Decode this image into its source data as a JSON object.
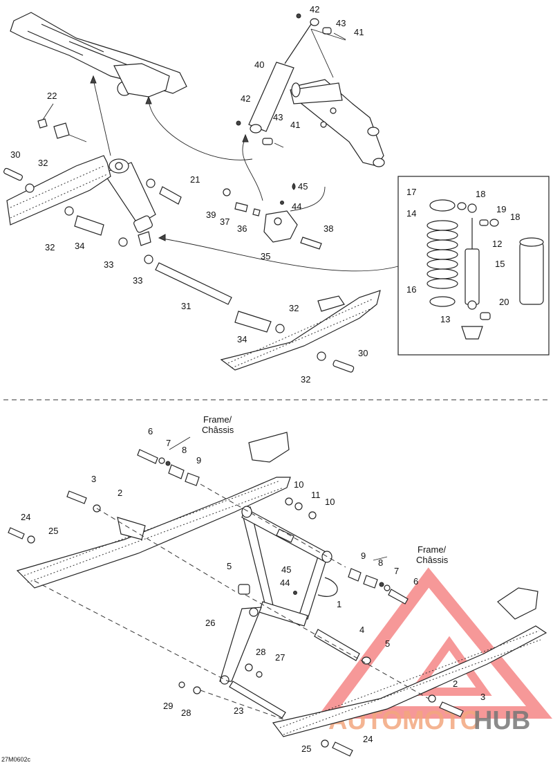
{
  "labels": {
    "n1": "1",
    "n2": "2",
    "n3": "3",
    "n4": "4",
    "n5": "5",
    "n6": "6",
    "n7": "7",
    "n8": "8",
    "n9": "9",
    "n10": "10",
    "n11": "11",
    "n12": "12",
    "n13": "13",
    "n14": "14",
    "n15": "15",
    "n16": "16",
    "n17": "17",
    "n18": "18",
    "n19": "19",
    "n20": "20",
    "n21": "21",
    "n22": "22",
    "n23": "23",
    "n24": "24",
    "n25": "25",
    "n26": "26",
    "n27": "27",
    "n28": "28",
    "n29": "29",
    "n30": "30",
    "n31": "31",
    "n32": "32",
    "n33": "33",
    "n34": "34",
    "n35": "35",
    "n36": "36",
    "n37": "37",
    "n38": "38",
    "n39": "39",
    "n40": "40",
    "n41": "41",
    "n42": "42",
    "n43": "43",
    "n44": "44",
    "n45": "45"
  },
  "frame_label": {
    "line1": "Frame/",
    "line2": "Châssis"
  },
  "drawing_code": "27M0602c",
  "watermark": {
    "part1": "AUTOMOTO",
    "part2": "HUB",
    "color1": "#f3a77f",
    "color2": "#777777",
    "logo_color": "#ef4444"
  }
}
